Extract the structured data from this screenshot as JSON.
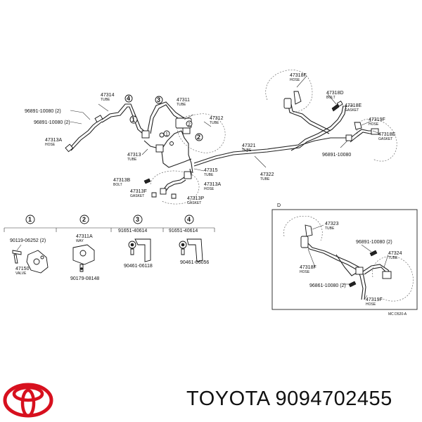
{
  "labels": {
    "p47314": "47314",
    "p47314_sub": "TUBE",
    "p47311": "47311",
    "p47311_sub": "TUBE",
    "p47312": "47312",
    "p47312_sub": "TUBE",
    "p47313": "47313",
    "p47313_sub": "TUBE",
    "p47313A": "47313A",
    "p47313A_sub": "HOSE",
    "p47313A_b": "47313A",
    "p47313A_b_sub": "HOSE",
    "p47313B": "47313B",
    "p47313B_sub": "BOLT",
    "p47313F": "47313F",
    "p47313F_sub": "GASKET",
    "p47313P": "47313P",
    "p47313P_sub": "GASKET",
    "p47315": "47315",
    "p47315_sub": "TUBE",
    "p47321": "47321",
    "p47321_sub": "TUBE",
    "p47322": "47322",
    "p47322_sub": "TUBE",
    "p47318F": "47318F",
    "p47318F_sub": "HOSE",
    "p47318D": "47318D",
    "p47318D_sub": "BOLT",
    "p47318E": "47318E",
    "p47318E_sub": "GASKET",
    "p47319F": "47319F",
    "p47319F_sub": "HOSE",
    "p47318E_b": "47318E",
    "p47318E_b_sub": "GASKET",
    "p96891_a": "96891-10080 (2)",
    "p96891_b": "96891-10080 (2)",
    "p96891_c": "96891-10080",
    "c1": "1",
    "c2": "2",
    "c3": "3",
    "c4": "4",
    "c1b": "1",
    "c2b": "2",
    "k1_title": "1",
    "k2_title": "2",
    "k3_title": "3",
    "k4_title": "4",
    "k1_a": "90119-06252 (2)",
    "k1_b": "47150",
    "k1_b_sub": "VALVE",
    "k2_a": "47311A",
    "k2_a_sub": "WAY",
    "k2_b": "90179-08148",
    "k3_a": "91651-40614",
    "k3_b": "90461-06118",
    "k4_a": "91651-40614",
    "k4_b": "90461-06056",
    "d_title": "D",
    "d_47323": "47323",
    "d_47323_sub": "TUBE",
    "d_96891_a": "96891-10080 (2)",
    "d_47324": "47324",
    "d_47324_sub": "TUBE",
    "d_47318F": "47318F",
    "d_47318F_sub": "HOSE",
    "d_96861": "96861-10080 (2)",
    "d_47319F": "47319F",
    "d_47319F_sub": "HOSE",
    "d_code": "MC  D520-A"
  },
  "caption": {
    "text": "TOYOTA 9094702455"
  },
  "colors": {
    "brand_red": "#d7101e",
    "ink": "#111111"
  },
  "icons": {
    "logo": "toyota-logo-icon"
  }
}
